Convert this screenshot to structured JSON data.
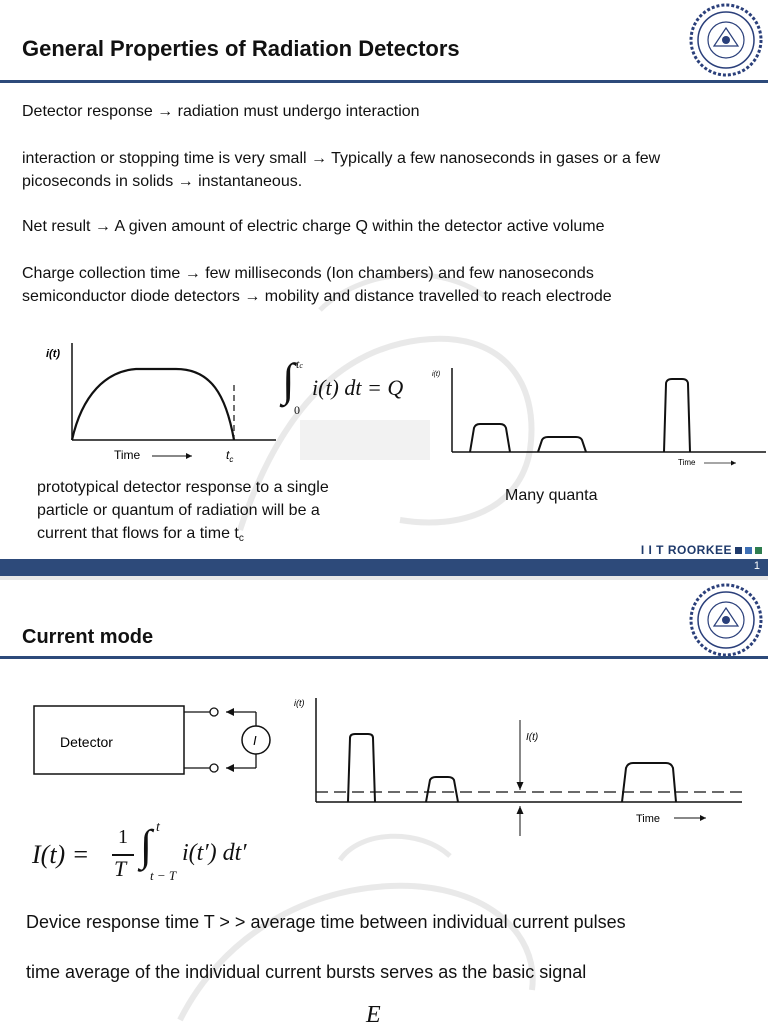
{
  "slide1": {
    "title": "General Properties of Radiation Detectors",
    "p1": "Detector response → radiation must undergo interaction",
    "p2": "interaction or stopping time is very small → Typically a few nanoseconds in gases or a few picoseconds in solids → instantaneous.",
    "p3": "Net result → A given amount of electric charge Q within the detector active volume",
    "p4a": "Charge collection time → few milliseconds (Ion chambers) and few nanoseconds",
    "p4b": "semiconductor diode detectors → mobility and distance travelled to reach electrode",
    "fig1": {
      "ylabel": "i(t)",
      "xlabel": "Time",
      "tc": "t",
      "tc_sub": "c"
    },
    "formula": {
      "upper": "t",
      "upper_sub": "c",
      "lower": "0",
      "body": "i(t) dt = Q"
    },
    "fig2": {
      "ylabel": "i(t)",
      "xlabel": "Time"
    },
    "caption_left_1": "prototypical detector response to a single",
    "caption_left_2": "particle or quantum of radiation will be a",
    "caption_left_3": "current that flows for a time t",
    "caption_left_sub": "c",
    "caption_right": "Many quanta",
    "brand": "I I T ROORKEE",
    "page": "1"
  },
  "slide2": {
    "title": "Current mode",
    "detector_label": "Detector",
    "meter_label": "I",
    "fig": {
      "ylabel": "i(t)",
      "mean_label": "I(t)",
      "xlabel": "Time"
    },
    "formula": "I(t) = (1/T) ∫ i(t′) dt′",
    "formula_lhs": "I(t) =",
    "formula_num": "1",
    "formula_den": "T",
    "formula_upper": "t",
    "formula_lower": "t − T",
    "formula_body": "i(t′) dt′",
    "p1": "Device response time T > > average time between individual current pulses",
    "p2": "time average of the individual current bursts serves as the basic signal",
    "partial": "E"
  },
  "colors": {
    "rule": "#2d4a7a",
    "brand_sq1": "#1f3a6b",
    "brand_sq2": "#3d6fb5",
    "brand_sq3": "#2e7d4f"
  }
}
